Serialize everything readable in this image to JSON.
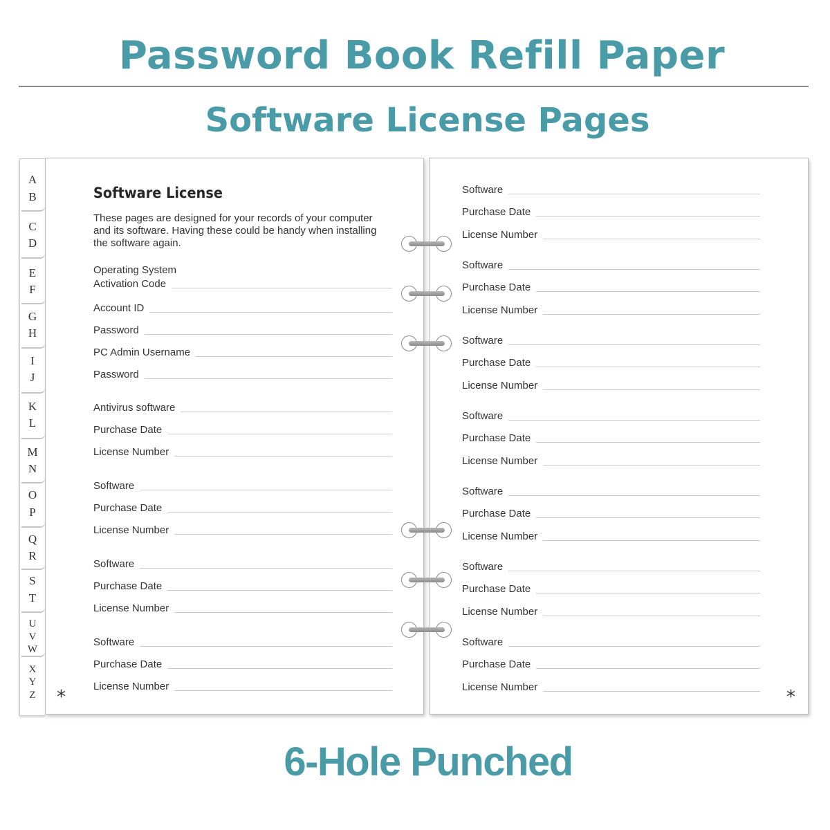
{
  "header": {
    "title": "Password Book Refill Paper",
    "subtitle": "Software License Pages"
  },
  "footer": {
    "caption": "6-Hole Punched"
  },
  "tabs": [
    "A",
    "B",
    "C",
    "D",
    "E",
    "F",
    "G",
    "H",
    "I",
    "J",
    "K",
    "L",
    "M",
    "N",
    "O",
    "P",
    "Q",
    "R",
    "S",
    "T",
    "U",
    "V",
    "W",
    "X",
    "Y",
    "Z"
  ],
  "left_page": {
    "title": "Software License",
    "intro": "These pages are designed for your records of your computer and its software. Having these could be handy when installing the software again.",
    "os_label": "Operating System",
    "fields": [
      "Activation Code",
      "Account ID",
      "Password",
      "PC Admin Username",
      "Password",
      "Antivirus software",
      "Purchase Date",
      "License Number",
      "Software",
      "Purchase Date",
      "License Number",
      "Software",
      "Purchase Date",
      "License Number",
      "Software",
      "Purchase Date",
      "License Number"
    ],
    "star": "*"
  },
  "right_page": {
    "fields": [
      "Software",
      "Purchase Date",
      "License Number",
      "Software",
      "Purchase Date",
      "License Number",
      "Software",
      "Purchase Date",
      "License Number",
      "Software",
      "Purchase Date",
      "License Number",
      "Software",
      "Purchase Date",
      "License Number",
      "Software",
      "Purchase Date",
      "License Number",
      "Software",
      "Purchase Date",
      "License Number"
    ],
    "star": "*"
  }
}
